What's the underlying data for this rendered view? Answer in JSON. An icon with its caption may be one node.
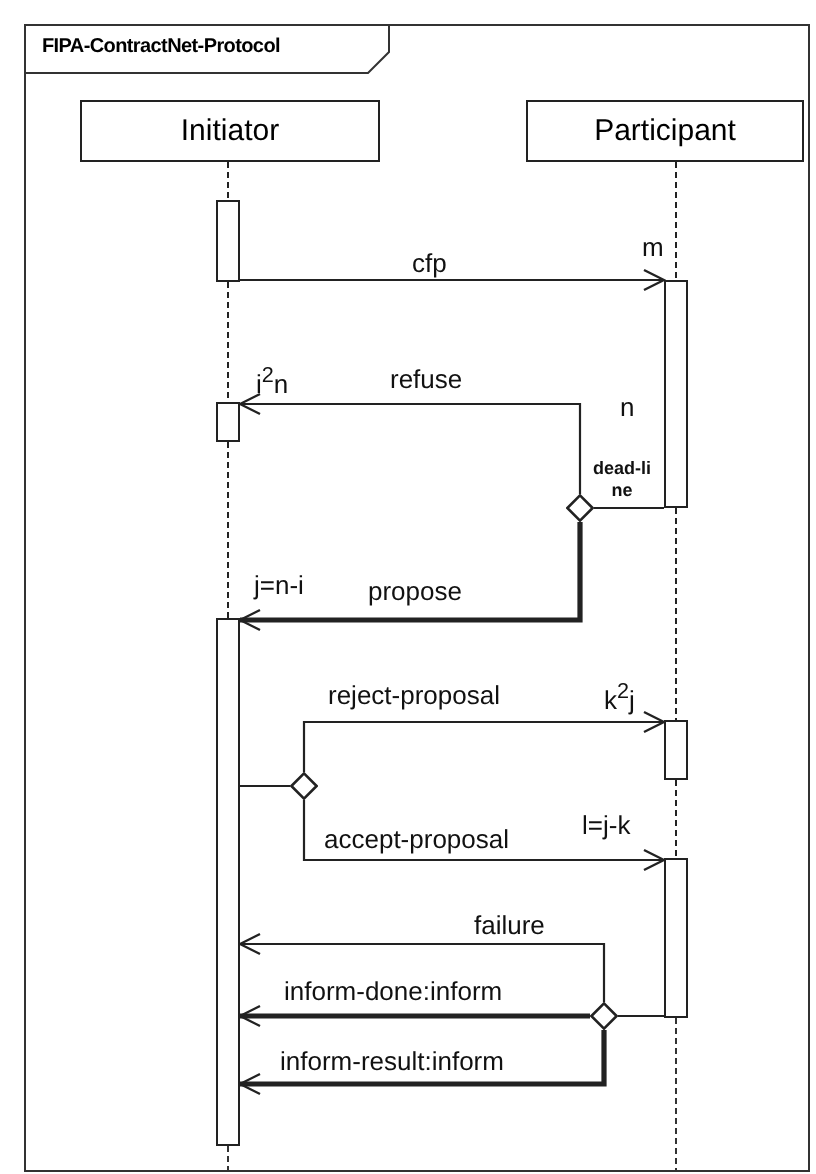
{
  "diagram": {
    "nodes": [
      {
        "text": [
          "FIPA-ContractNet-Protocol"
        ]
      },
      {
        "text": [
          "Initiator"
        ],
        "in": 0
      },
      {
        "text": [
          "Participant"
        ],
        "in": 0
      },
      {
        "text": [],
        "shape": "bar",
        "in": 0
      },
      {
        "text": [],
        "shape": "bar",
        "in": 0
      },
      {
        "text": [],
        "shape": "bar",
        "in": 0
      },
      {
        "text": [],
        "shape": "bar",
        "in": 0
      },
      {
        "text": [],
        "shape": "bar",
        "in": 0
      },
      {
        "text": [],
        "shape": "bar",
        "in": 0
      },
      {
        "text": [],
        "shape": "diamond",
        "in": 0
      },
      {
        "text": [],
        "shape": "diamond",
        "in": 0
      },
      {
        "text": [],
        "shape": "diamond",
        "in": 0
      }
    ],
    "edges": [
      {
        "from": 1,
        "to": 3,
        "arrow": "none",
        "style": "dashed"
      },
      {
        "from": 3,
        "to": 5,
        "arrow": "none",
        "style": "dashed"
      },
      {
        "from": 5,
        "to": 6,
        "arrow": "none",
        "style": "dashed"
      },
      {
        "from": 2,
        "to": 4,
        "arrow": "none",
        "style": "dashed"
      },
      {
        "from": 4,
        "to": 7,
        "arrow": "none",
        "style": "dashed"
      },
      {
        "from": 7,
        "to": 8,
        "arrow": "none",
        "style": "dashed"
      },
      {
        "from": 3,
        "to": 4,
        "arrow": "to",
        "label": "cfp"
      },
      {
        "from": 9,
        "to": 5,
        "arrow": "to",
        "label": "refuse"
      },
      {
        "from": 9,
        "to": 6,
        "arrow": "to",
        "label": "propose",
        "style": "thick"
      },
      {
        "from": 4,
        "to": 9,
        "arrow": "none"
      },
      {
        "from": 6,
        "to": 10,
        "arrow": "none"
      },
      {
        "from": 10,
        "to": 7,
        "arrow": "to",
        "label": "reject-proposal"
      },
      {
        "from": 10,
        "to": 8,
        "arrow": "to",
        "label": "accept-proposal"
      },
      {
        "from": 8,
        "to": 11,
        "arrow": "none"
      },
      {
        "from": 11,
        "to": 6,
        "arrow": "to",
        "label": "failure"
      },
      {
        "from": 11,
        "to": 6,
        "arrow": "to",
        "label": "inform-done:inform",
        "style": "thick"
      },
      {
        "from": 11,
        "to": 6,
        "arrow": "to",
        "label": "inform-result:inform",
        "style": "thick"
      }
    ],
    "labels": [
      "m",
      "i$^{2}$n",
      "n",
      "dead-line",
      "j=n-i",
      "k$^{2}$j",
      "l=j-k"
    ]
  }
}
